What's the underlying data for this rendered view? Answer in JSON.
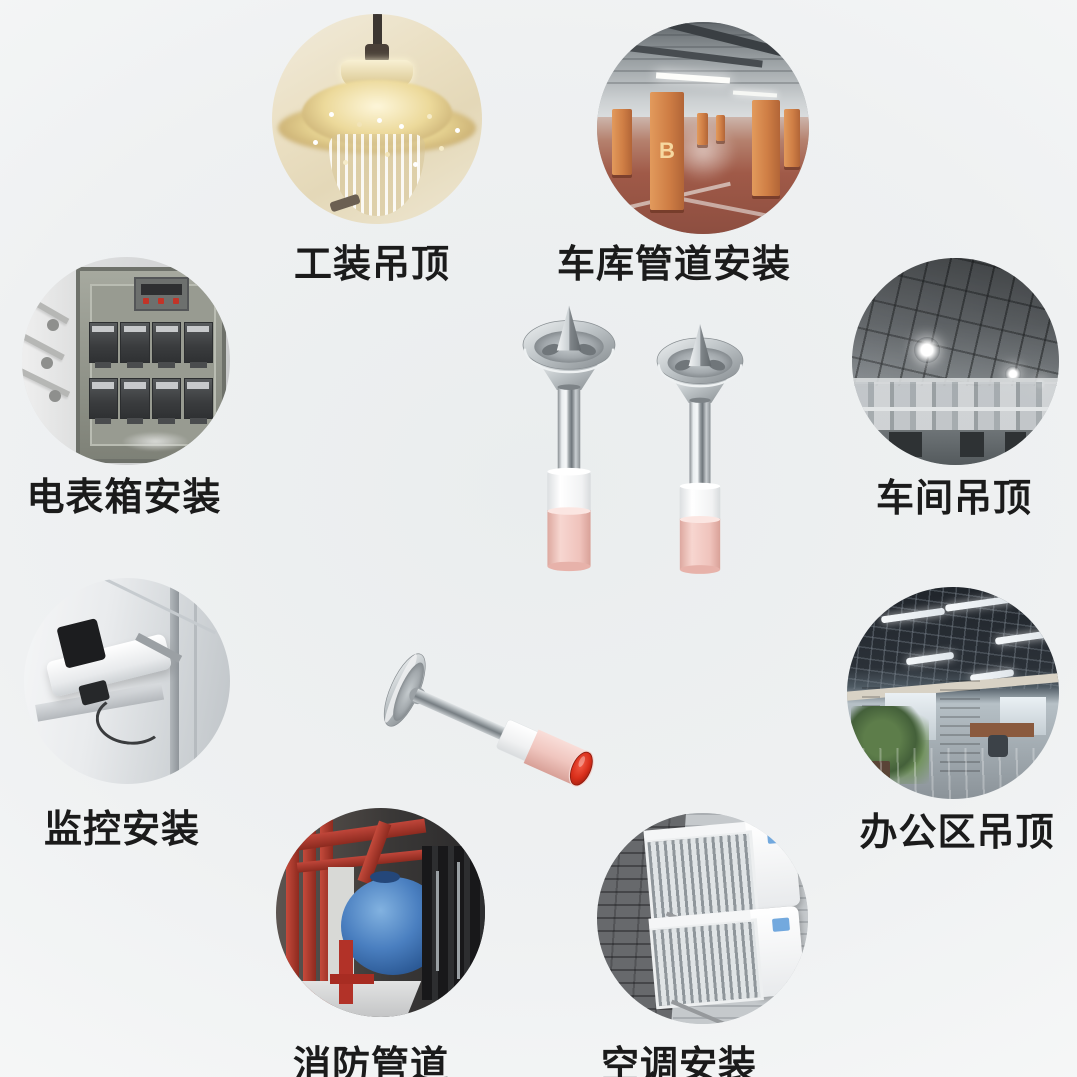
{
  "poster": {
    "background_color": "#eff1f2",
    "text_color": "#1b1b1b"
  },
  "scenes": [
    {
      "label": "工装吊顶",
      "photo": "chandelier-photo"
    },
    {
      "label": "车库管道安装",
      "photo": "garage-photo",
      "column_letter": "B"
    },
    {
      "label": "电表箱安装",
      "photo": "meter-box-photo"
    },
    {
      "label": "车间吊顶",
      "photo": "workshop-ceiling-photo"
    },
    {
      "label": "监控安装",
      "photo": "cctv-camera-photo"
    },
    {
      "label": "办公区吊顶",
      "photo": "office-ceiling-photo"
    },
    {
      "label": "消防管道",
      "photo": "fire-pipes-photo"
    },
    {
      "label": "空调安装",
      "photo": "ac-units-photo"
    }
  ],
  "products": {
    "upright_nail_count": 2,
    "tilted_nail_count": 1,
    "colors": {
      "metal": "#c0c6c9",
      "sleeve_white": "#fafafb",
      "sleeve_pink": "#f0c6bf",
      "cap_red": "#d92f1b"
    }
  }
}
